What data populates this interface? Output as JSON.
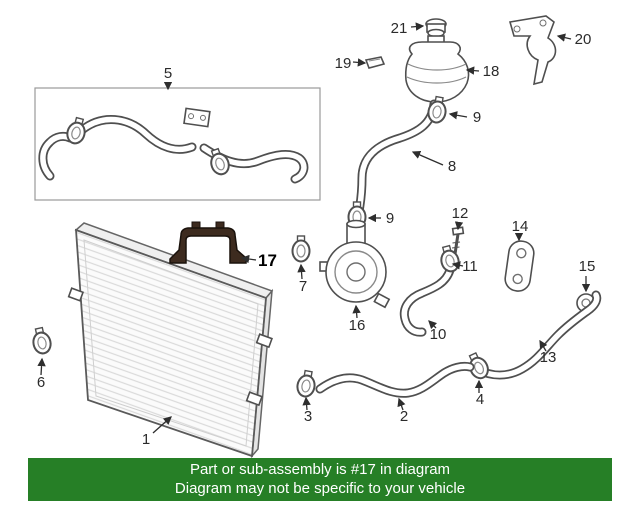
{
  "banner": {
    "line1": "Part or sub-assembly is #17 in diagram",
    "line2": "Diagram may not be specific to your vehicle",
    "bg_color": "#267f26",
    "text_color": "#ffffff"
  },
  "diagram": {
    "highlighted_part": "17",
    "highlight_color": "#3d2b1f",
    "callouts": {
      "c1": "1",
      "c2": "2",
      "c3": "3",
      "c4": "4",
      "c5": "5",
      "c6": "6",
      "c7": "7",
      "c8": "8",
      "c9a": "9",
      "c9b": "9",
      "c10": "10",
      "c11": "11",
      "c12": "12",
      "c13": "13",
      "c14": "14",
      "c15": "15",
      "c16": "16",
      "c17": "17",
      "c18": "18",
      "c19": "19",
      "c20": "20",
      "c21": "21"
    }
  }
}
